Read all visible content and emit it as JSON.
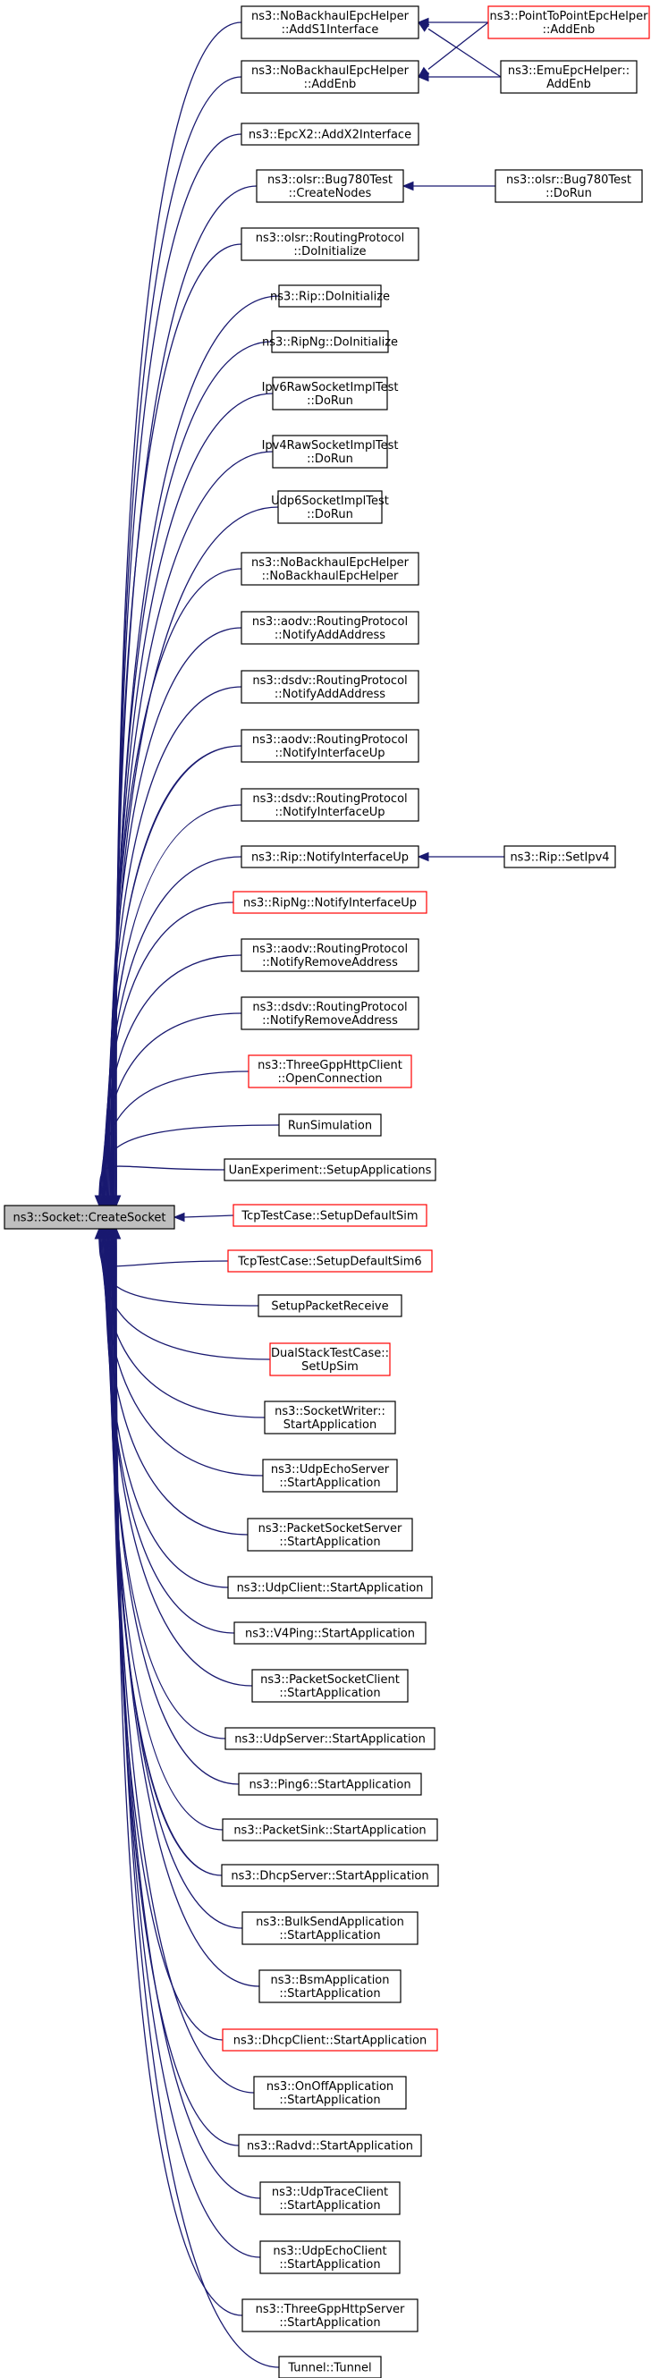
{
  "nodes": [
    {
      "id": "root",
      "lines": [
        "ns3::Socket::CreateSocket"
      ],
      "border": "root"
    },
    {
      "id": "n0",
      "lines": [
        "ns3::NoBackhaulEpcHelper",
        "::AddS1Interface"
      ],
      "border": "black"
    },
    {
      "id": "n1",
      "lines": [
        "ns3::NoBackhaulEpcHelper",
        "::AddEnb"
      ],
      "border": "black"
    },
    {
      "id": "n2",
      "lines": [
        "ns3::EpcX2::AddX2Interface"
      ],
      "border": "black"
    },
    {
      "id": "n3",
      "lines": [
        "ns3::olsr::Bug780Test",
        "::CreateNodes"
      ],
      "border": "black"
    },
    {
      "id": "n4",
      "lines": [
        "ns3::olsr::RoutingProtocol",
        "::DoInitialize"
      ],
      "border": "black"
    },
    {
      "id": "n5",
      "lines": [
        "ns3::Rip::DoInitialize"
      ],
      "border": "black"
    },
    {
      "id": "n6",
      "lines": [
        "ns3::RipNg::DoInitialize"
      ],
      "border": "black"
    },
    {
      "id": "n7",
      "lines": [
        "Ipv6RawSocketImplTest",
        "::DoRun"
      ],
      "border": "black"
    },
    {
      "id": "n8",
      "lines": [
        "Ipv4RawSocketImplTest",
        "::DoRun"
      ],
      "border": "black"
    },
    {
      "id": "n9",
      "lines": [
        "Udp6SocketImplTest",
        "::DoRun"
      ],
      "border": "black"
    },
    {
      "id": "n10",
      "lines": [
        "ns3::NoBackhaulEpcHelper",
        "::NoBackhaulEpcHelper"
      ],
      "border": "black"
    },
    {
      "id": "n11",
      "lines": [
        "ns3::aodv::RoutingProtocol",
        "::NotifyAddAddress"
      ],
      "border": "black"
    },
    {
      "id": "n12",
      "lines": [
        "ns3::dsdv::RoutingProtocol",
        "::NotifyAddAddress"
      ],
      "border": "black"
    },
    {
      "id": "n13",
      "lines": [
        "ns3::aodv::RoutingProtocol",
        "::NotifyInterfaceUp"
      ],
      "border": "black"
    },
    {
      "id": "n14",
      "lines": [
        "ns3::dsdv::RoutingProtocol",
        "::NotifyInterfaceUp"
      ],
      "border": "black"
    },
    {
      "id": "n15",
      "lines": [
        "ns3::Rip::NotifyInterfaceUp"
      ],
      "border": "black"
    },
    {
      "id": "n16",
      "lines": [
        "ns3::RipNg::NotifyInterfaceUp"
      ],
      "border": "red"
    },
    {
      "id": "n17",
      "lines": [
        "ns3::aodv::RoutingProtocol",
        "::NotifyRemoveAddress"
      ],
      "border": "black"
    },
    {
      "id": "n18",
      "lines": [
        "ns3::dsdv::RoutingProtocol",
        "::NotifyRemoveAddress"
      ],
      "border": "black"
    },
    {
      "id": "n19",
      "lines": [
        "ns3::ThreeGppHttpClient",
        "::OpenConnection"
      ],
      "border": "red"
    },
    {
      "id": "n20",
      "lines": [
        "RunSimulation"
      ],
      "border": "black"
    },
    {
      "id": "n21",
      "lines": [
        "UanExperiment::SetupApplications"
      ],
      "border": "black"
    },
    {
      "id": "n22",
      "lines": [
        "TcpTestCase::SetupDefaultSim"
      ],
      "border": "red"
    },
    {
      "id": "n23",
      "lines": [
        "TcpTestCase::SetupDefaultSim6"
      ],
      "border": "red"
    },
    {
      "id": "n24",
      "lines": [
        "SetupPacketReceive"
      ],
      "border": "black"
    },
    {
      "id": "n25",
      "lines": [
        "DualStackTestCase::",
        "SetUpSim"
      ],
      "border": "red"
    },
    {
      "id": "n26",
      "lines": [
        "ns3::SocketWriter::",
        "StartApplication"
      ],
      "border": "black"
    },
    {
      "id": "n27",
      "lines": [
        "ns3::UdpEchoServer",
        "::StartApplication"
      ],
      "border": "black"
    },
    {
      "id": "n28",
      "lines": [
        "ns3::PacketSocketServer",
        "::StartApplication"
      ],
      "border": "black"
    },
    {
      "id": "n29",
      "lines": [
        "ns3::UdpClient::StartApplication"
      ],
      "border": "black"
    },
    {
      "id": "n30",
      "lines": [
        "ns3::V4Ping::StartApplication"
      ],
      "border": "black"
    },
    {
      "id": "n31",
      "lines": [
        "ns3::PacketSocketClient",
        "::StartApplication"
      ],
      "border": "black"
    },
    {
      "id": "n32",
      "lines": [
        "ns3::UdpServer::StartApplication"
      ],
      "border": "black"
    },
    {
      "id": "n33",
      "lines": [
        "ns3::Ping6::StartApplication"
      ],
      "border": "black"
    },
    {
      "id": "n34",
      "lines": [
        "ns3::PacketSink::StartApplication"
      ],
      "border": "black"
    },
    {
      "id": "n35",
      "lines": [
        "ns3::DhcpServer::StartApplication"
      ],
      "border": "black"
    },
    {
      "id": "n36",
      "lines": [
        "ns3::BulkSendApplication",
        "::StartApplication"
      ],
      "border": "black"
    },
    {
      "id": "n37",
      "lines": [
        "ns3::BsmApplication",
        "::StartApplication"
      ],
      "border": "black"
    },
    {
      "id": "n38",
      "lines": [
        "ns3::DhcpClient::StartApplication"
      ],
      "border": "red"
    },
    {
      "id": "n39",
      "lines": [
        "ns3::OnOffApplication",
        "::StartApplication"
      ],
      "border": "black"
    },
    {
      "id": "n40",
      "lines": [
        "ns3::Radvd::StartApplication"
      ],
      "border": "black"
    },
    {
      "id": "n41",
      "lines": [
        "ns3::UdpTraceClient",
        "::StartApplication"
      ],
      "border": "black"
    },
    {
      "id": "n42",
      "lines": [
        "ns3::UdpEchoClient",
        "::StartApplication"
      ],
      "border": "black"
    },
    {
      "id": "n43",
      "lines": [
        "ns3::ThreeGppHttpServer",
        "::StartApplication"
      ],
      "border": "black"
    },
    {
      "id": "n44",
      "lines": [
        "Tunnel::Tunnel"
      ],
      "border": "black"
    },
    {
      "id": "c0",
      "lines": [
        "ns3::PointToPointEpcHelper",
        "::AddEnb"
      ],
      "border": "red"
    },
    {
      "id": "c1",
      "lines": [
        "ns3::EmuEpcHelper::",
        "AddEnb"
      ],
      "border": "black"
    },
    {
      "id": "c2",
      "lines": [
        "ns3::olsr::Bug780Test",
        "::DoRun"
      ],
      "border": "black"
    },
    {
      "id": "c3",
      "lines": [
        "ns3::Rip::SetIpv4"
      ],
      "border": "black"
    }
  ],
  "edges": [
    {
      "from": "c0",
      "to": "n0"
    },
    {
      "from": "c1",
      "to": "n0"
    },
    {
      "from": "c0",
      "to": "n1"
    },
    {
      "from": "c1",
      "to": "n1"
    },
    {
      "from": "c2",
      "to": "n3"
    },
    {
      "from": "c3",
      "to": "n15"
    }
  ],
  "colors": {
    "edge": "#191970",
    "root_fill": "#bfbfbf",
    "red_border": "#ff0000"
  }
}
